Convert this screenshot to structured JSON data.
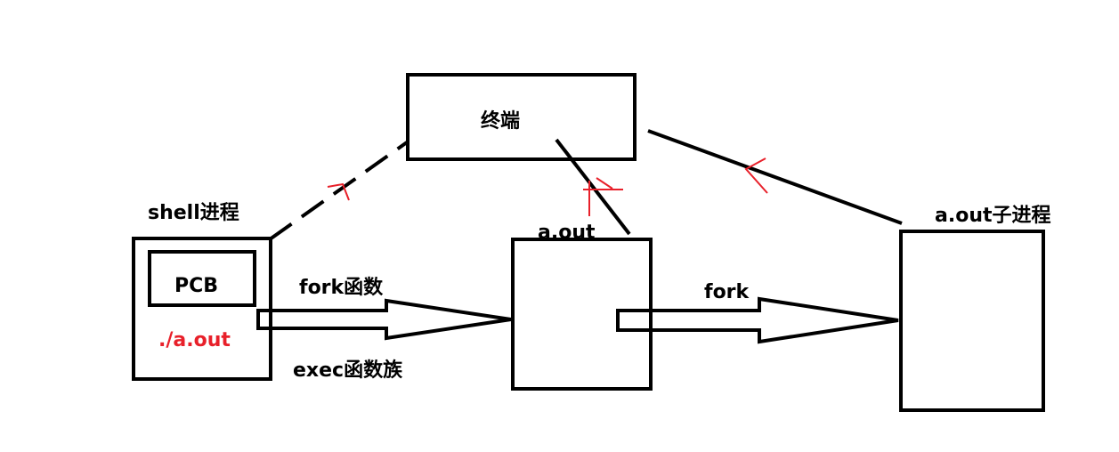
{
  "nodes": {
    "terminal": {
      "label": "终端"
    },
    "shell": {
      "label": "shell进程",
      "pcb_label": "PCB",
      "cmd_label": "./a.out"
    },
    "aout": {
      "label": "a.out"
    },
    "child": {
      "label": "a.out子进程"
    }
  },
  "edges": {
    "fork_exec": {
      "top_label": "fork函数",
      "bottom_label": "exec函数族"
    },
    "fork": {
      "label": "fork"
    }
  },
  "colors": {
    "stroke": "#000000",
    "accent_red": "#e8202a",
    "background": "#ffffff"
  }
}
